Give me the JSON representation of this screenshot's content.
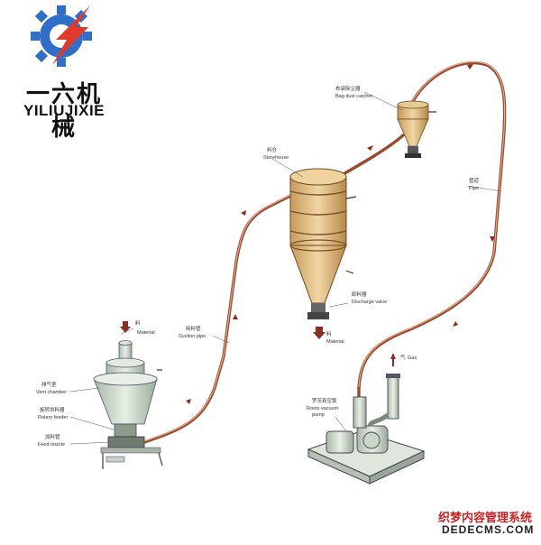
{
  "logo": {
    "cn": "一六机械",
    "en": "YILIUJIXIE",
    "colors": {
      "gear": "#2f6fc9",
      "bolt": "#e03a2a"
    }
  },
  "labels": {
    "bag_dust_cn": "布袋除尘器",
    "bag_dust_en": "Bag dust catcher",
    "storehouse_cn": "料仓",
    "storehouse_en": "Storehouse",
    "pipe_cn": "管道",
    "pipe_en": "Pipe",
    "discharge_cn": "卸料器",
    "discharge_en": "Discharge valve",
    "material_out_cn": "料",
    "material_out_en": "Material",
    "material_in_cn": "料",
    "material_in_en": "Material",
    "suction_cn": "吸料管",
    "suction_en": "Suction pipe",
    "vent_cn": "排气室",
    "vent_en": "Vent chamber",
    "rotary_cn": "旋转供料器",
    "rotary_en": "Rotary feeder",
    "feed_cn": "加料管",
    "feed_en": "Feed nozzle",
    "gas_cn": "气",
    "gas_en": "Gas",
    "roots_cn": "罗茨真空泵",
    "roots_en1": "Roots vacuum",
    "roots_en2": "pump"
  },
  "watermark": {
    "cn": "织梦内容管理系统",
    "en": "DEDECMS.COM"
  },
  "colors": {
    "pipe": "#9b4a2e",
    "vessel": "#d9b57a",
    "arrow": "#8a2e1e"
  }
}
